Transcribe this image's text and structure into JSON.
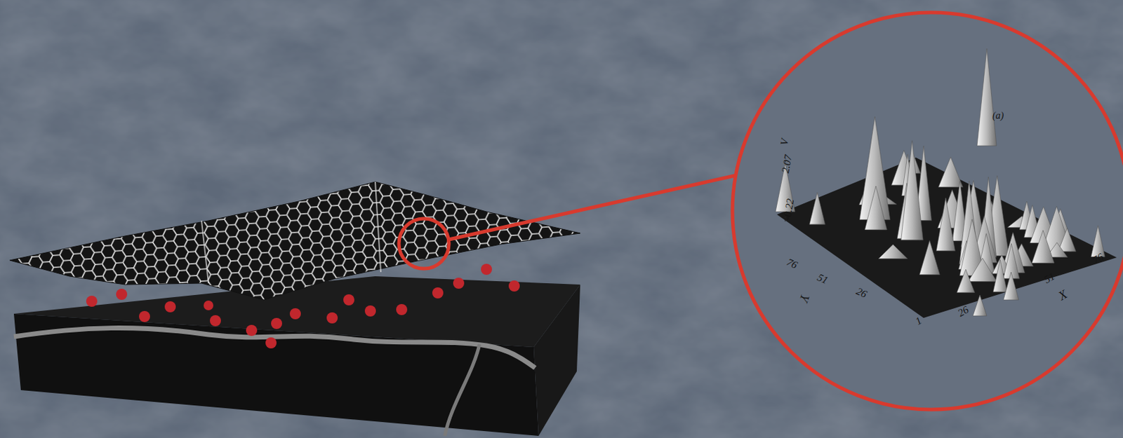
{
  "diagram": {
    "labels": [
      "(a)",
      "V",
      "2.07",
      "-0.22",
      "76",
      "51",
      "26",
      "Y",
      "1",
      "26",
      "51",
      "76",
      "X"
    ]
  }
}
